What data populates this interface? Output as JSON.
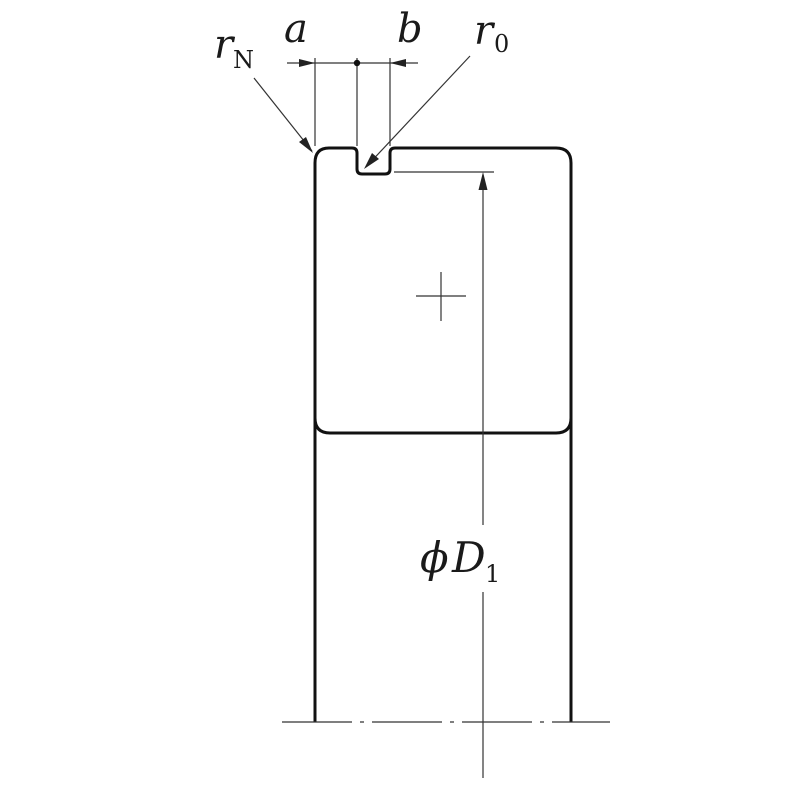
{
  "labels": {
    "rN_main": "r",
    "rN_sub": "N",
    "a": "a",
    "b": "b",
    "r0_main": "r",
    "r0_sub": "0",
    "phi": "ϕ",
    "D1_main": "D",
    "D1_sub": "1"
  }
}
